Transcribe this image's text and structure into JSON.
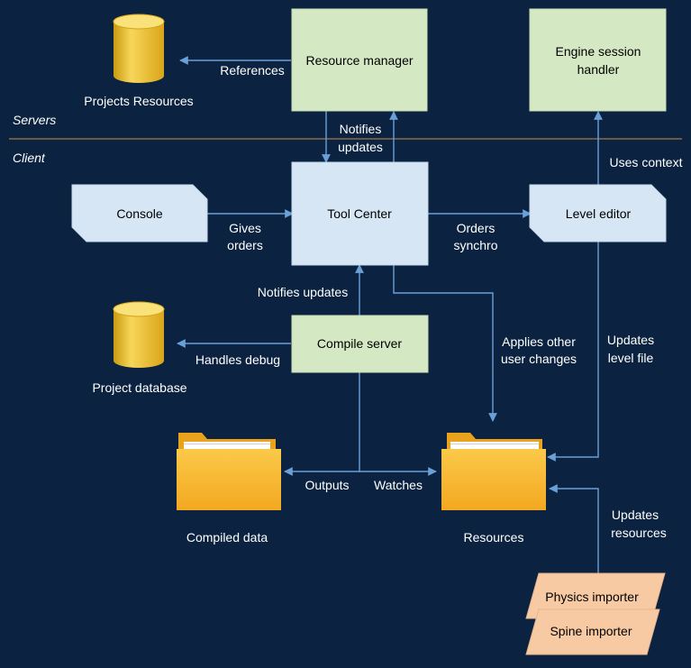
{
  "sections": {
    "servers": "Servers",
    "client": "Client"
  },
  "nodes": {
    "resource_manager": "Resource manager",
    "engine_session_handler": [
      "Engine session",
      "handler"
    ],
    "tool_center": "Tool Center",
    "console": "Console",
    "level_editor": "Level editor",
    "compile_server": "Compile server",
    "physics_importer": "Physics importer",
    "spine_importer": "Spine importer",
    "projects_resources": "Projects Resources",
    "project_database": "Project database",
    "compiled_data": "Compiled data",
    "resources": "Resources"
  },
  "edges": {
    "references": "References",
    "notifies_updates_top": [
      "Notifies",
      "updates"
    ],
    "uses_context": "Uses context",
    "gives_orders": [
      "Gives",
      "orders"
    ],
    "orders_synchro": [
      "Orders",
      "synchro"
    ],
    "notifies_updates_mid": "Notifies updates",
    "handles_debug": "Handles debug",
    "applies_other": [
      "Applies other",
      "user changes"
    ],
    "updates_level_file": [
      "Updates",
      "level file"
    ],
    "outputs": "Outputs",
    "watches": "Watches",
    "updates_resources": [
      "Updates",
      "resources"
    ]
  },
  "colors": {
    "background": "#0b2340",
    "server_box": "#d5e8c4",
    "client_box": "#d6e6f4",
    "importer": "#f7caa4",
    "edge": "#6aa0d8",
    "divider": "#8a6a4a",
    "database": "#f2c230",
    "folder": "#f7b733"
  }
}
